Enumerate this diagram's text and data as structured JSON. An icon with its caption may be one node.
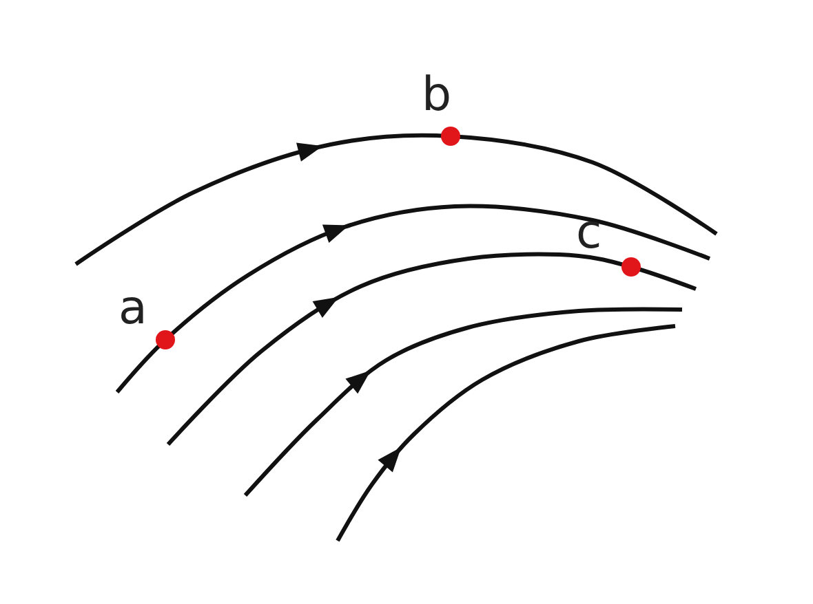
{
  "diagram": {
    "nodes": [
      {
        "text": [],
        "shape": "circle",
        "beside": [
          "b"
        ]
      },
      {
        "text": [],
        "shape": "circle",
        "beside": [
          "a"
        ]
      },
      {
        "text": [],
        "shape": "circle",
        "beside": [
          "c"
        ]
      }
    ]
  }
}
